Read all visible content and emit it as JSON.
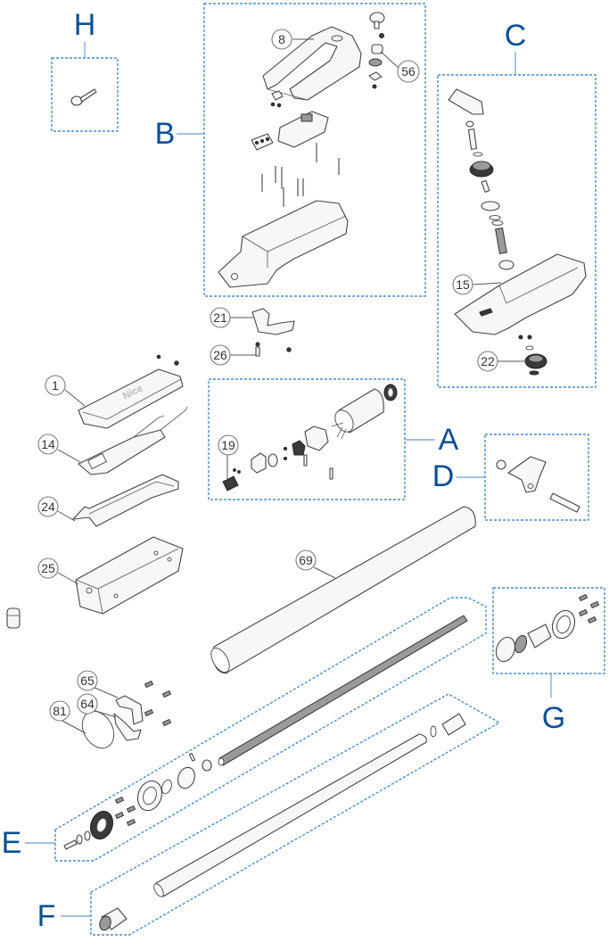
{
  "diagram": {
    "title": "Exploded parts diagram – swing gate operator",
    "accent_color": "#0a4f96",
    "group_box_color": "#4a8cc6",
    "groups": [
      {
        "id": "H",
        "label": "H",
        "contents": "release key"
      },
      {
        "id": "B",
        "label": "B",
        "contents": "upper housing, arm bracket, terminal block, screws, base shell"
      },
      {
        "id": "C",
        "label": "C",
        "contents": "release mechanism, bevel gears, shaft, lower shell, knob"
      },
      {
        "id": "A",
        "label": "A",
        "contents": "motor assembly"
      },
      {
        "id": "D",
        "label": "D",
        "contents": "rear mounting bracket with pin"
      },
      {
        "id": "G",
        "label": "G",
        "contents": "front bearing / nut kit"
      },
      {
        "id": "E",
        "label": "E",
        "contents": "worm screw with gear and bearings"
      },
      {
        "id": "F",
        "label": "F",
        "contents": "piston rod and end fitting"
      }
    ],
    "callouts": [
      {
        "number": "8",
        "part": "arm bracket"
      },
      {
        "number": "56",
        "part": "bushing"
      },
      {
        "number": "15",
        "part": "lower shell"
      },
      {
        "number": "22",
        "part": "release knob"
      },
      {
        "number": "21",
        "part": "support bracket"
      },
      {
        "number": "26",
        "part": "screw"
      },
      {
        "number": "19",
        "part": "pinion"
      },
      {
        "number": "1",
        "part": "cover"
      },
      {
        "number": "14",
        "part": "control board"
      },
      {
        "number": "24",
        "part": "gasket"
      },
      {
        "number": "25",
        "part": "control box"
      },
      {
        "number": "69",
        "part": "outer tube"
      },
      {
        "number": "65",
        "part": "clamp upper"
      },
      {
        "number": "64",
        "part": "clamp lower"
      },
      {
        "number": "81",
        "part": "o-ring"
      }
    ],
    "cover_logo": "Nice"
  }
}
